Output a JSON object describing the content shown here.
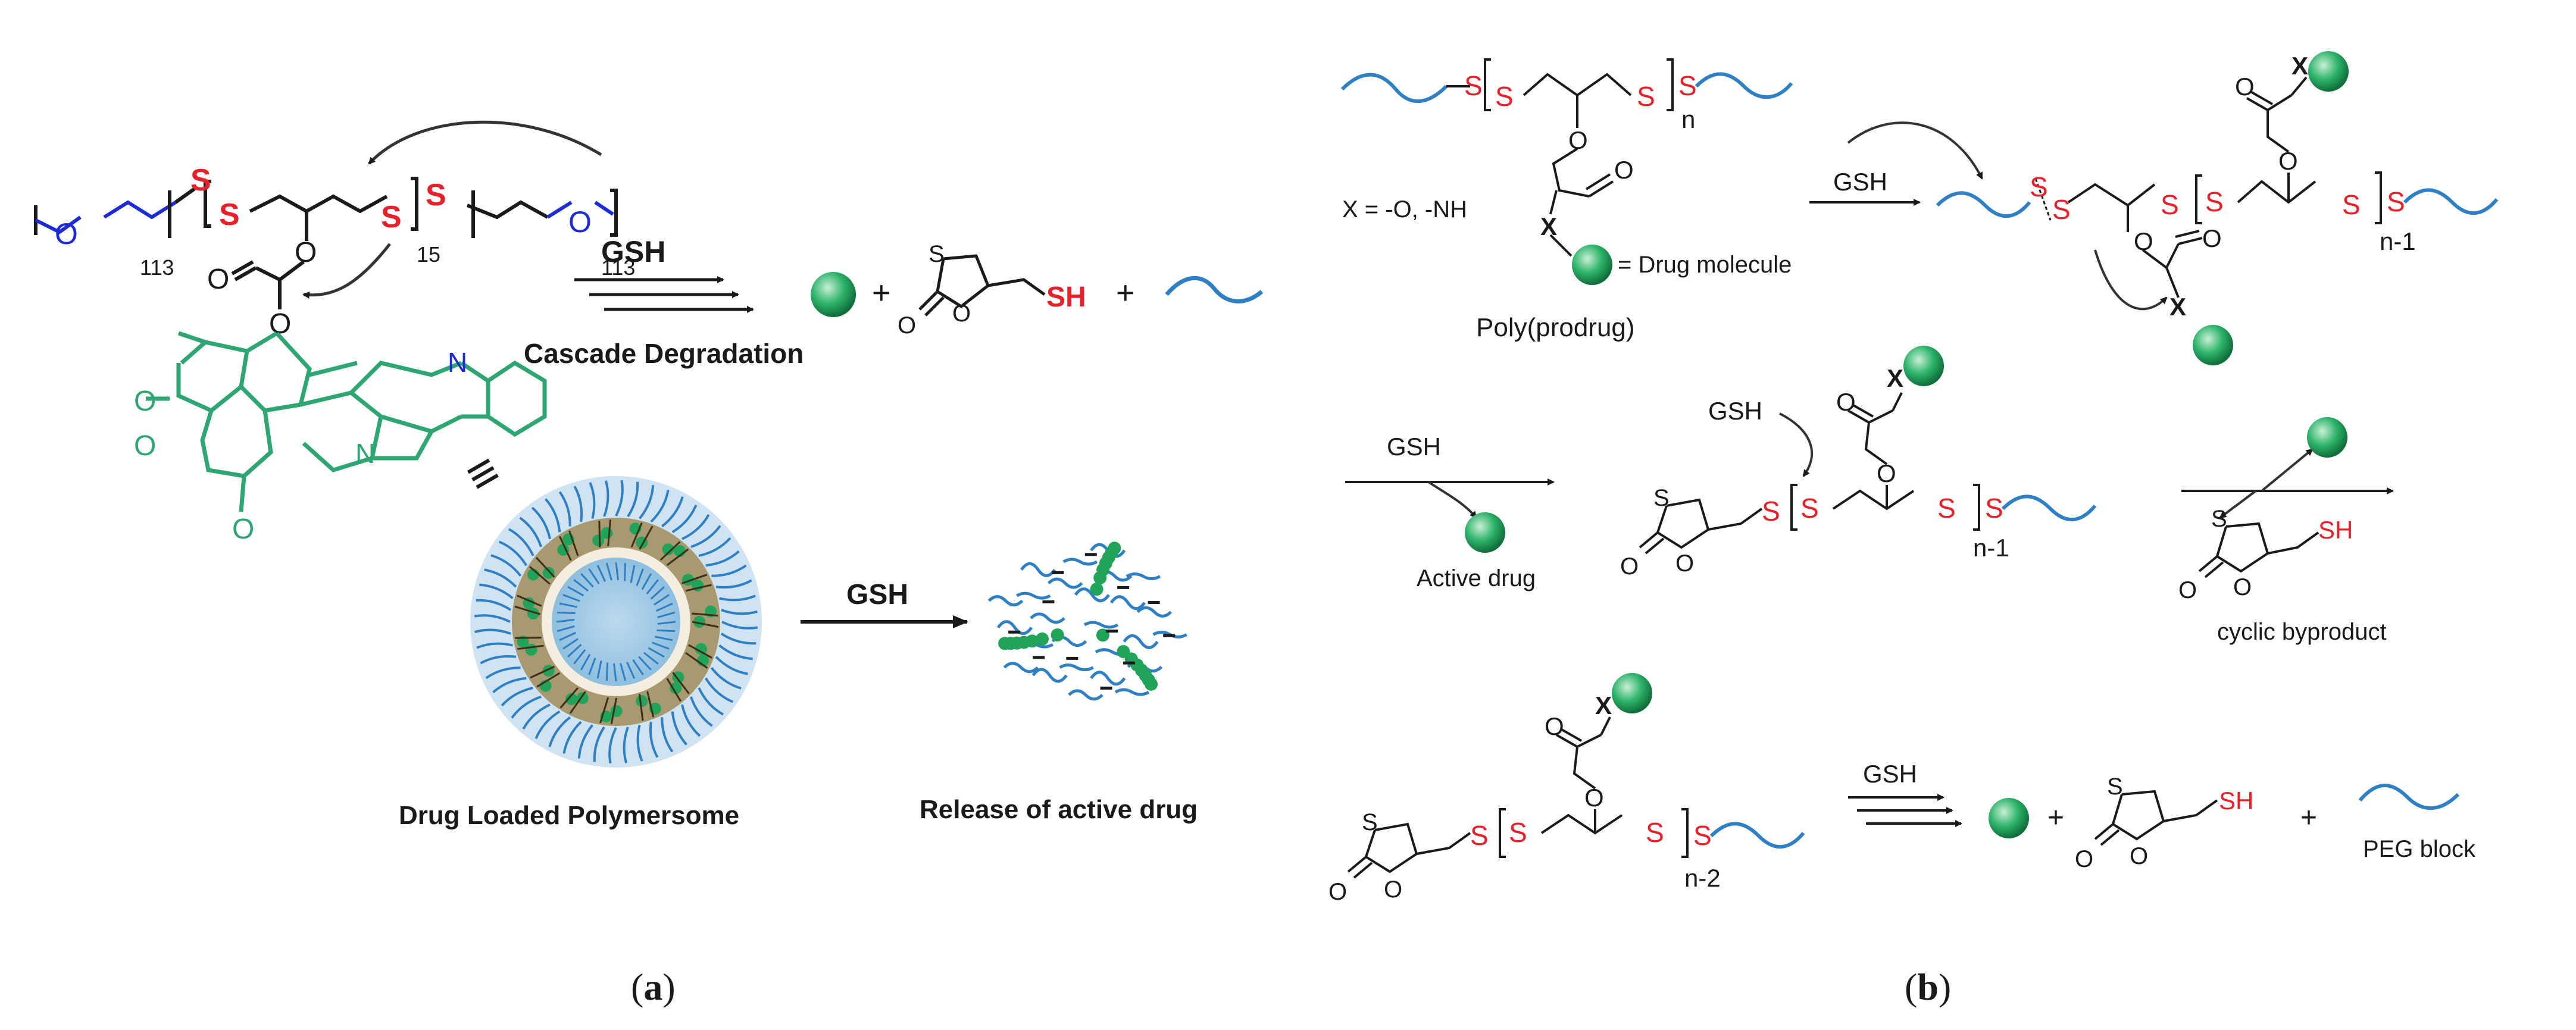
{
  "colors": {
    "bond": "#1a1a1a",
    "sulfur": "#e8202a",
    "peg": "#2f7fc4",
    "camptothecin": "#2ea672",
    "drug_bead": "#21a35a",
    "nitrogen": "#1d2bd6",
    "oxygen_blue": "#1d2bd6"
  },
  "panel_a": {
    "polymer": {
      "peg_repeat_left": "113",
      "peg_repeat_right": "113",
      "core_repeat": "15",
      "sulfur": "S",
      "oxygen": "O",
      "nitrogen": "N"
    },
    "reagent_top": "GSH",
    "cascade_label": "Cascade Degradation",
    "products": {
      "plus": "+",
      "thiol": "SH",
      "ring_s": "S",
      "ring_o": "O"
    },
    "equiv_symbol": "≡",
    "polymersome_caption": "Drug Loaded Polymersome",
    "reagent_bottom": "GSH",
    "release_caption": "Release of active drug",
    "panel_label": "a"
  },
  "panel_b": {
    "x_definition": "X = -O, -NH",
    "drug_legend": "= Drug molecule",
    "prodrug_caption": "Poly(prodrug)",
    "repeat_n": "n",
    "repeat_n1": "n-1",
    "repeat_n2": "n-2",
    "x_atom": "X",
    "reagent": "GSH",
    "active_drug": "Active drug",
    "byproduct": "cyclic byproduct",
    "thiol": "SH",
    "plus": "+",
    "peg_block": "PEG block",
    "sulfur": "S",
    "oxygen": "O",
    "panel_label": "b"
  },
  "panel_labels": {
    "open": "(",
    "close": ")"
  }
}
